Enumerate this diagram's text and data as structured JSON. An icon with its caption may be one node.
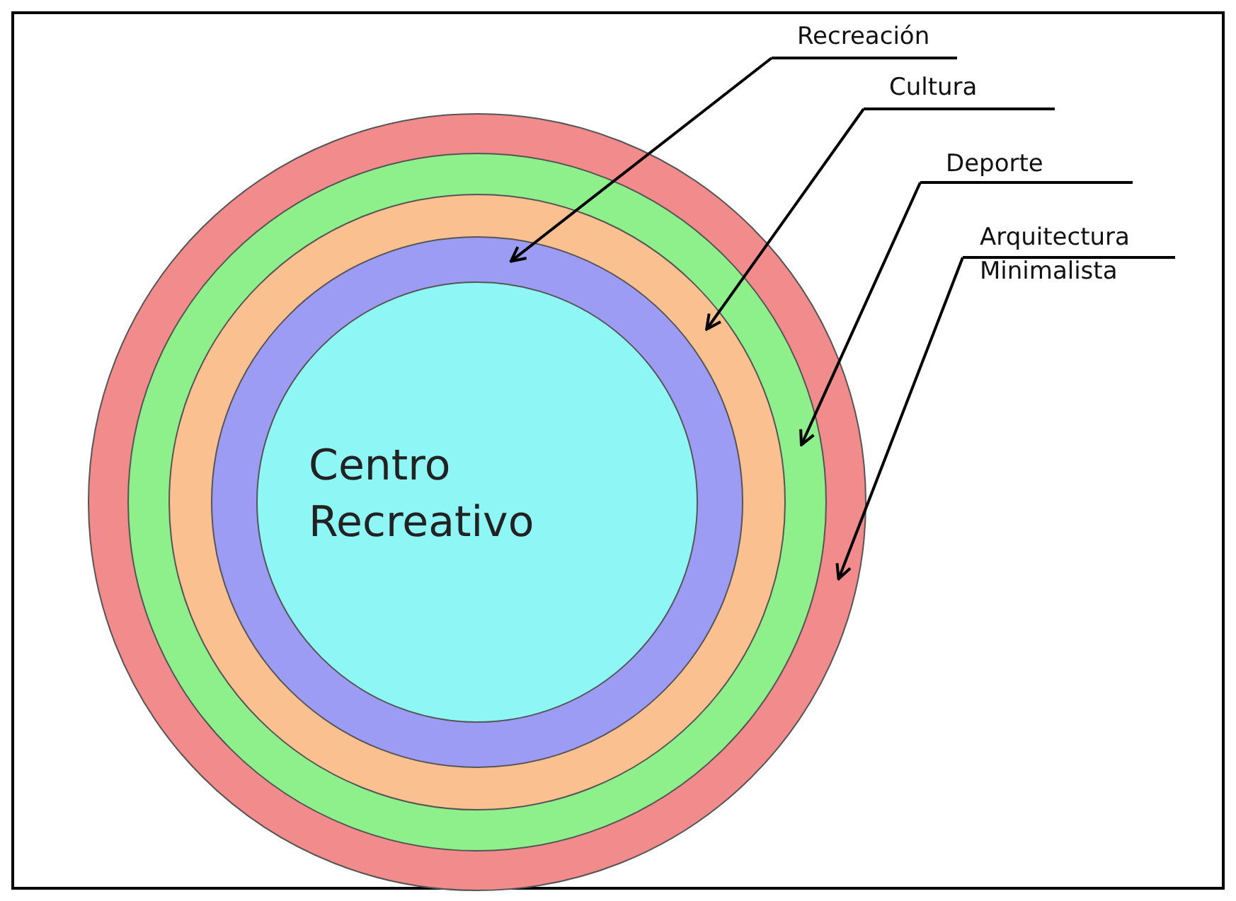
{
  "diagram": {
    "nodes": [
      {
        "text": [],
        "shape": "circle"
      },
      {
        "text": [],
        "shape": "circle",
        "in": 0
      },
      {
        "text": [],
        "shape": "circle",
        "in": 1
      },
      {
        "text": [],
        "shape": "circle",
        "in": 2
      },
      {
        "text": [
          "Centro Recreativo"
        ],
        "in": 3
      },
      {
        "text": [
          "Recreación"
        ]
      },
      {
        "text": [
          "Cultura"
        ]
      },
      {
        "text": [
          "Deporte"
        ]
      },
      {
        "text": [
          "Arquitectura Minimalista"
        ]
      }
    ],
    "edges": [
      {
        "from": 5,
        "to": 3,
        "arrow": "to"
      },
      {
        "from": 6,
        "to": 2,
        "arrow": "to"
      },
      {
        "from": 7,
        "to": 1,
        "arrow": "to"
      },
      {
        "from": 8,
        "to": 0,
        "arrow": "to"
      }
    ]
  }
}
